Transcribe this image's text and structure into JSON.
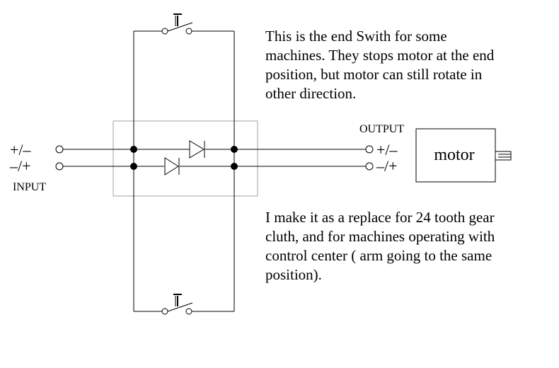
{
  "labels": {
    "input": "INPUT",
    "output": "OUTPUT",
    "motor": "motor",
    "input_polarity_top": "+/–",
    "input_polarity_bottom": "–/+",
    "output_polarity_top": "+/–",
    "output_polarity_bottom": "–/+"
  },
  "notes": {
    "top": [
      "This is the end Swith for some",
      "machines. They stops motor at the end",
      "position, but motor can still rotate in",
      "other direction."
    ],
    "bottom": [
      "I make it as a replace for 24 tooth gear",
      "cluth, and for machines operating with",
      "control center ( arm going to the same",
      "position)."
    ]
  },
  "colors": {
    "line": "#000000",
    "box": "#a0a0a0",
    "background": "#ffffff"
  }
}
